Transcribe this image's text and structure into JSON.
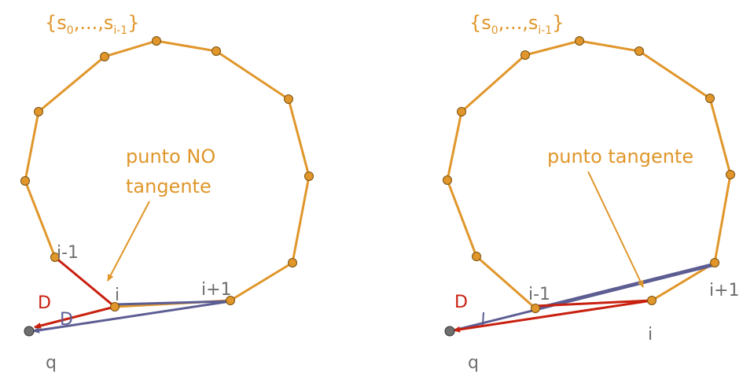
{
  "left_panel": {
    "set_label": {
      "open": "{s",
      "sub0": "0",
      "mid": ",...,s",
      "sub1": "i-1",
      "close": "}"
    },
    "annotation_line1": "punto NO",
    "annotation_line2": "tangente",
    "label_i_minus_1": "i-1",
    "label_i": "i",
    "label_i_plus_1": "i+1",
    "label_D_red": "D",
    "label_D_blue": "D",
    "label_q": "q"
  },
  "right_panel": {
    "set_label": {
      "open": "{s",
      "sub0": "0",
      "mid": ",...,s",
      "sub1": "i-1",
      "close": "}"
    },
    "annotation": "punto tangente",
    "label_i_minus_1": "i-1",
    "label_i": "i",
    "label_i_plus_1": "i+1",
    "label_D_red": "D",
    "label_q": "q"
  },
  "colors": {
    "polygon": "#e0962a",
    "red_vector": "#c8200e",
    "blue_vector": "#5c5d93",
    "vertex_fill": "#e0962a",
    "query_point": "#6f6f6f"
  }
}
